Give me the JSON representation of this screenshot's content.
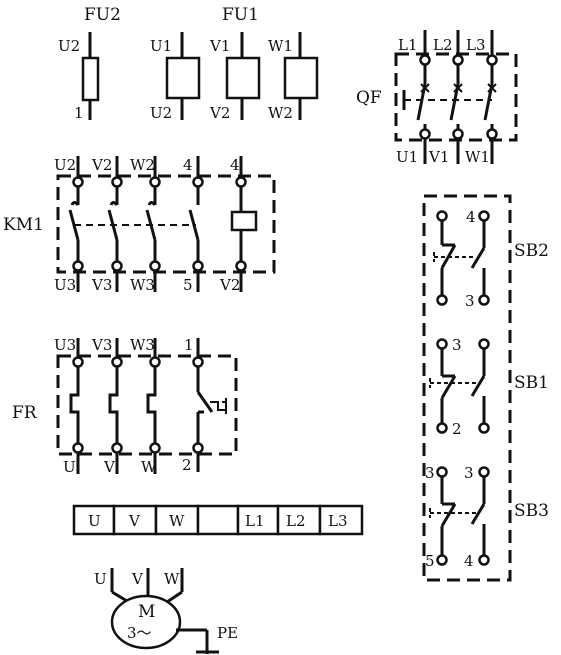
{
  "fuses": {
    "fu2": {
      "title": "FU2",
      "top": "U2",
      "bottom": "1"
    },
    "fu1": {
      "title": "FU1",
      "top": [
        "U1",
        "V1",
        "W1"
      ],
      "bottom": [
        "U2",
        "V2",
        "W2"
      ]
    }
  },
  "qf": {
    "name": "QF",
    "top": [
      "L1",
      "L2",
      "L3"
    ],
    "bottom": [
      "U1",
      "V1",
      "W1"
    ]
  },
  "km1": {
    "name": "KM1",
    "top": [
      "U2",
      "V2",
      "W2",
      "4",
      "4"
    ],
    "bottom": [
      "U3",
      "V3",
      "W3",
      "5",
      "V2"
    ]
  },
  "fr": {
    "name": "FR",
    "top": [
      "U3",
      "V3",
      "W3",
      "1"
    ],
    "bottom": [
      "U",
      "V",
      "W",
      "2"
    ]
  },
  "buttons": {
    "sb2": {
      "name": "SB2",
      "top": "4",
      "bottom": "3"
    },
    "sb1": {
      "name": "SB1",
      "top": "3",
      "bottom": "2"
    },
    "sb3": {
      "name": "SB3",
      "top_left": "3",
      "top_right": "3",
      "bottom_left": "5",
      "bottom_right": "4"
    }
  },
  "terminal_strip": [
    "U",
    "V",
    "W",
    "",
    "L1",
    "L2",
    "L3"
  ],
  "motor": {
    "label": "M",
    "phase": "3～",
    "leads": [
      "U",
      "V",
      "W"
    ],
    "ground": "PE"
  }
}
